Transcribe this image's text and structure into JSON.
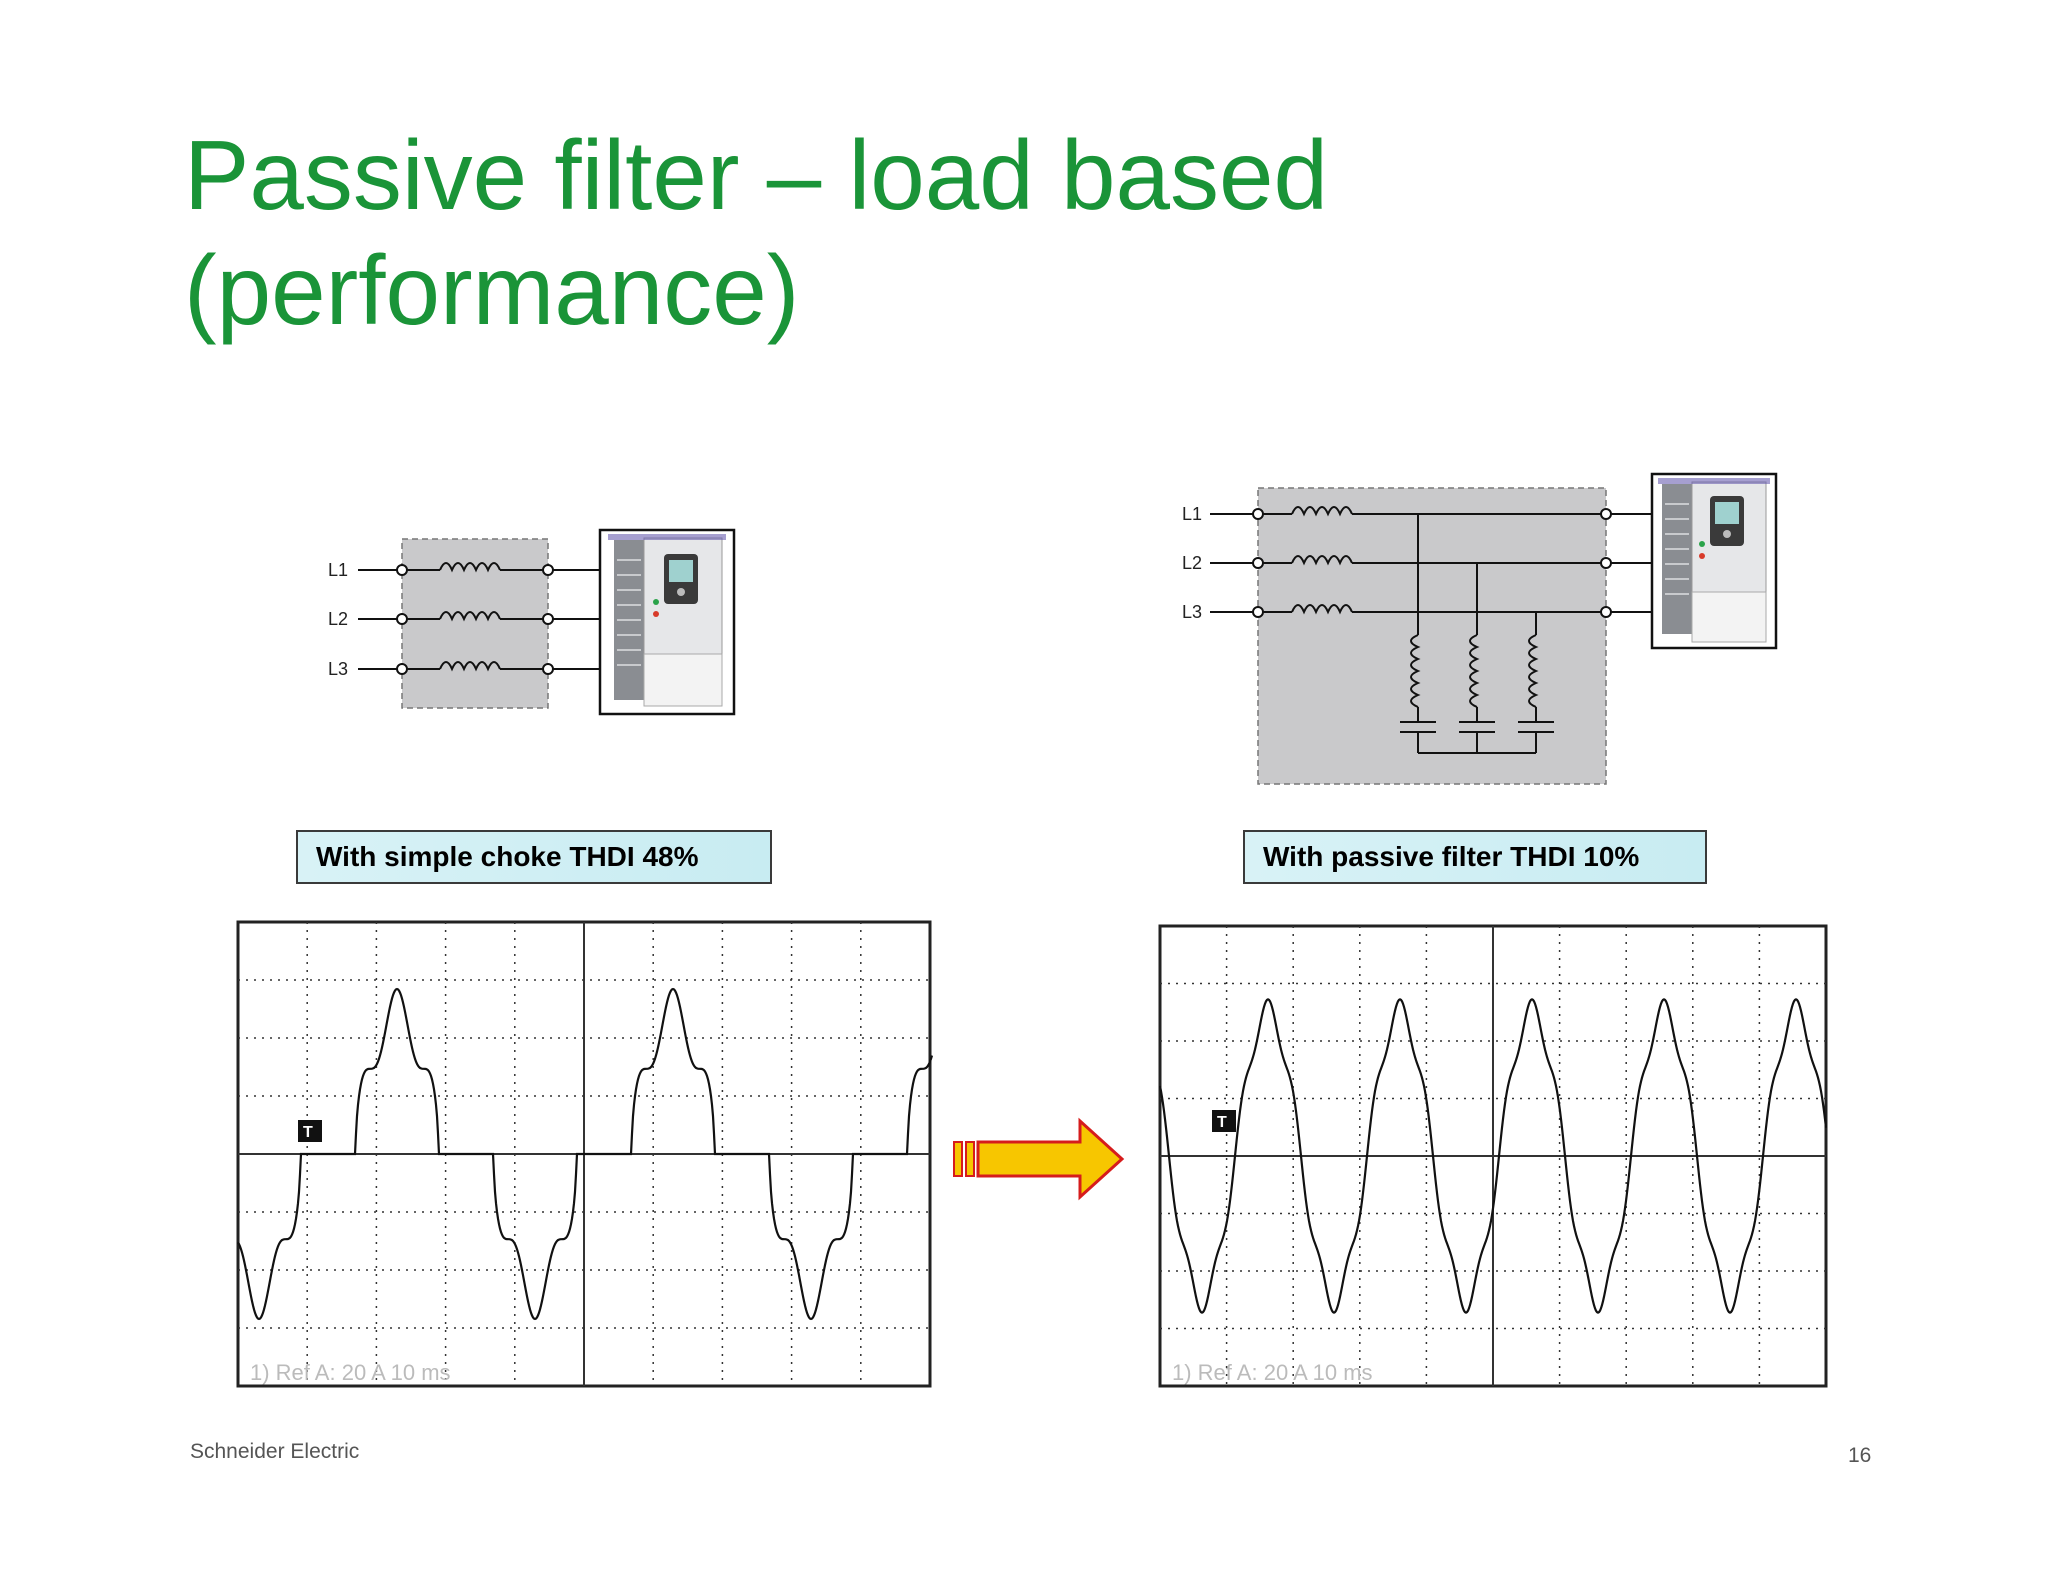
{
  "slide": {
    "title_line1": "Passive filter – load based",
    "title_line2": "(performance)",
    "footer_company": "Schneider Electric",
    "page_number": "16"
  },
  "left_panel": {
    "circuit_labels": [
      "L1",
      "L2",
      "L3"
    ],
    "caption": "With simple choke THDI 48%",
    "scope_readout": "1) Ref A: 20 A 10 ms"
  },
  "right_panel": {
    "circuit_labels": [
      "L1",
      "L2",
      "L3"
    ],
    "caption": "With passive filter THDI 10%",
    "scope_readout": "1) Ref A: 20 A 10 ms"
  },
  "colors": {
    "title_green": "#1a9438",
    "arrow_fill": "#f7c600",
    "arrow_stroke": "#d61c1c",
    "caption_fill": "#d8f2f6",
    "filter_box_gray": "#c9c9cb"
  },
  "icons": [
    "drive-unit-icon",
    "inductor-coil-icon",
    "capacitor-icon",
    "trigger-marker-icon",
    "arrow-right-icon"
  ]
}
